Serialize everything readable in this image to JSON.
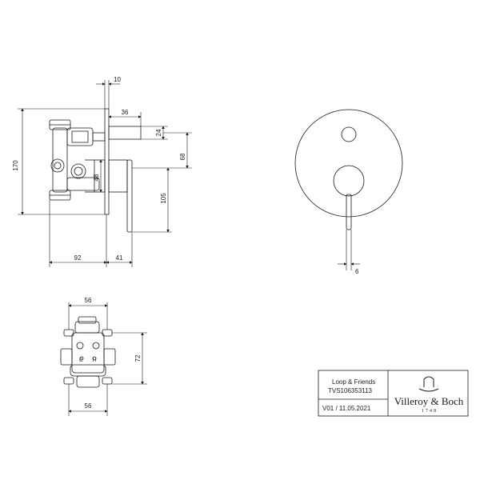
{
  "drawing": {
    "dimensions": {
      "side_top_width": "10",
      "side_height": "170",
      "side_spindle_length": "36",
      "side_spindle_dia": "24",
      "side_offset": "68",
      "side_lever_height": "105",
      "side_lever_dia": "48",
      "side_body_depth": "92",
      "side_projection": "41",
      "front_lever_width": "6",
      "bottom_width_top": "56",
      "bottom_height": "72",
      "bottom_width_bottom": "56"
    },
    "bottom_view_labels": {
      "port_c": "C",
      "port_h": "H"
    }
  },
  "title_block": {
    "product_name": "Loop & Friends",
    "article_number": "TVS106353113",
    "version": "V01 / 11.05.2021",
    "brand": "Villeroy & Boch",
    "brand_year": "1748"
  },
  "colors": {
    "line": "#1a1a1a",
    "background": "#ffffff"
  }
}
